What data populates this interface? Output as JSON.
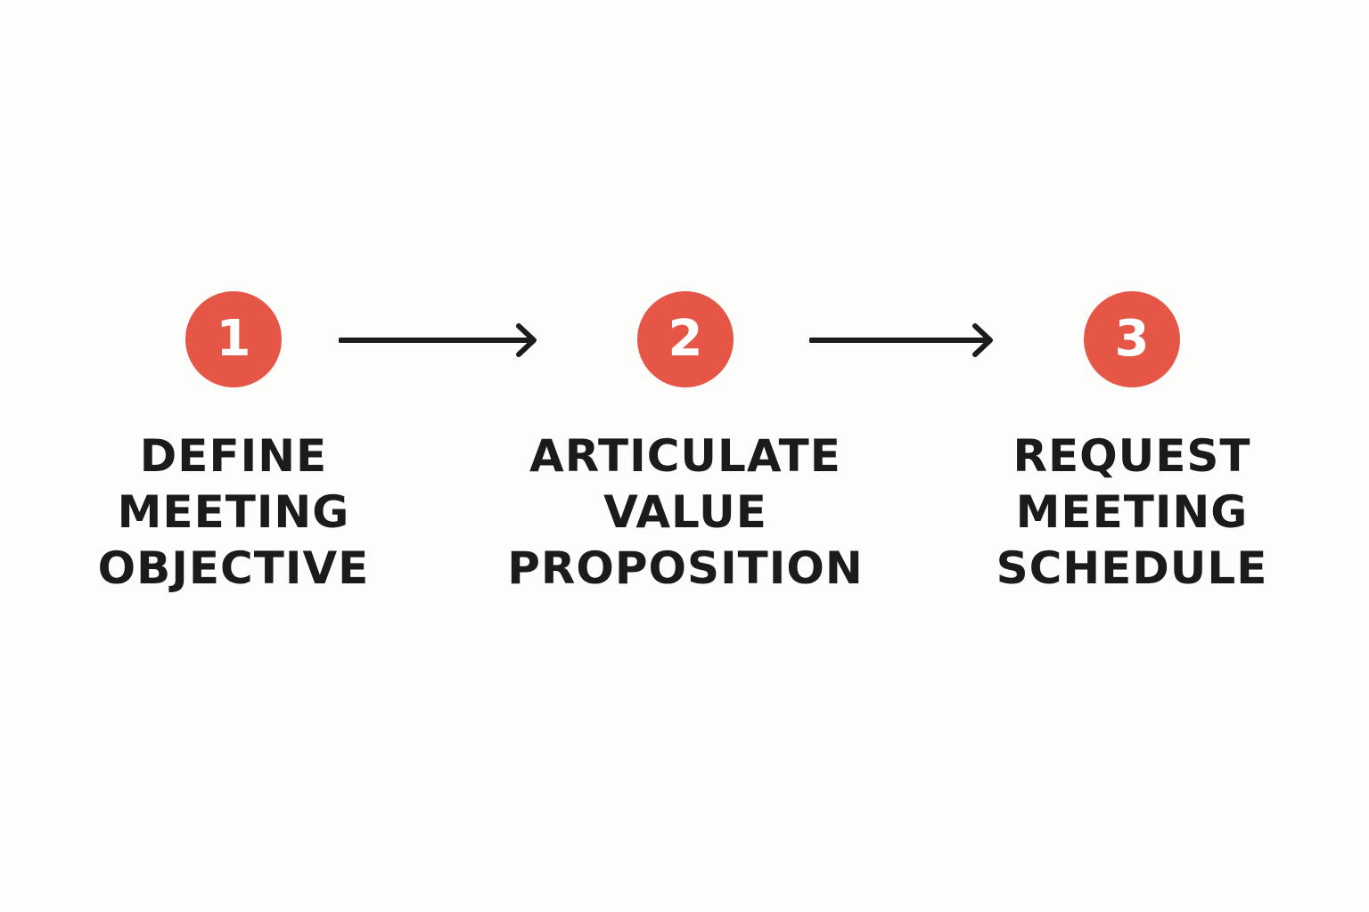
{
  "colors": {
    "background": "#fdfdfb",
    "badge": "#e65647",
    "text": "#1b1b1b",
    "arrow": "#1b1b1b"
  },
  "steps": [
    {
      "number": "1",
      "label_lines": [
        "DEFINE",
        "MEETING",
        "OBJECTIVE"
      ]
    },
    {
      "number": "2",
      "label_lines": [
        "ARTICULATE",
        "VALUE",
        "PROPOSITION"
      ]
    },
    {
      "number": "3",
      "label_lines": [
        "REQUEST",
        "MEETING",
        "SCHEDULE"
      ]
    }
  ],
  "connectors": [
    {
      "from": "1",
      "to": "2",
      "icon": "arrow-right-icon"
    },
    {
      "from": "2",
      "to": "3",
      "icon": "arrow-right-icon"
    }
  ]
}
